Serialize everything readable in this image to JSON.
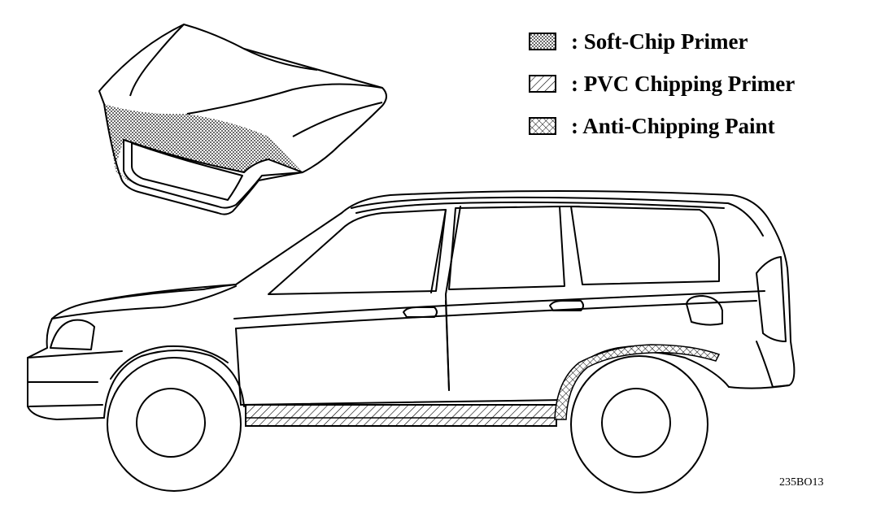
{
  "legend": [
    {
      "label": ": Soft-Chip Primer",
      "pattern": "dots"
    },
    {
      "label": ": PVC Chipping Primer",
      "pattern": "hatch"
    },
    {
      "label": ": Anti-Chipping Paint",
      "pattern": "cross"
    }
  ],
  "figure_code": "235BO13",
  "colors": {
    "line": "#000000",
    "background": "#ffffff"
  }
}
